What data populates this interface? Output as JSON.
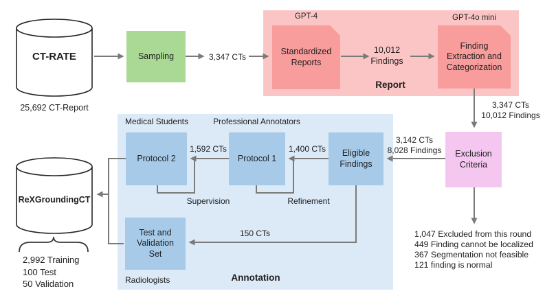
{
  "colors": {
    "report_region": "#fcc5c5",
    "report_box": "#f89c9c",
    "sampling_box": "#a9d994",
    "annotation_region": "#dce9f7",
    "annotation_box": "#a7cae9",
    "exclusion_box": "#f5c7f0",
    "arrow_gray": "#7a7a7a"
  },
  "source_db": {
    "name": "CT-RATE",
    "count": "25,692 CT-Report"
  },
  "sampling": {
    "label": "Sampling",
    "output": "3,347 CTs"
  },
  "report_stage": {
    "title": "Report",
    "standardized_reports": {
      "model": "GPT-4",
      "label": "Standardized\nReports"
    },
    "findings_count": "10,012\nFindings",
    "finding_extraction": {
      "model": "GPT-4o mini",
      "label": "Finding\nExtraction and\nCategorization"
    },
    "output": "3,347 CTs\n10,012 Findings"
  },
  "exclusion": {
    "label": "Exclusion\nCriteria",
    "output": "3,142 CTs\n8,028 Findings",
    "notes": "1,047 Excluded from this round\n449 Finding cannot be localized\n367 Segmentation not feasible\n121 finding is normal"
  },
  "annotation_stage": {
    "title": "Annotation",
    "eligible": {
      "label": "Eligible\nFindings"
    },
    "protocol1": {
      "label": "Protocol 1",
      "annotators": "Professional Annotators",
      "input": "1,400 CTs",
      "loop": "Refinement"
    },
    "protocol2": {
      "label": "Protocol 2",
      "annotators": "Medical Students",
      "input": "1,592 CTs",
      "loop": "Supervision"
    },
    "test_val": {
      "label": "Test and\nValidation\nSet",
      "annotators": "Radiologists",
      "input": "150 CTs"
    }
  },
  "output_db": {
    "name": "ReXGroundingCT",
    "splits": "2,992 Training\n100 Test\n50 Validation"
  }
}
